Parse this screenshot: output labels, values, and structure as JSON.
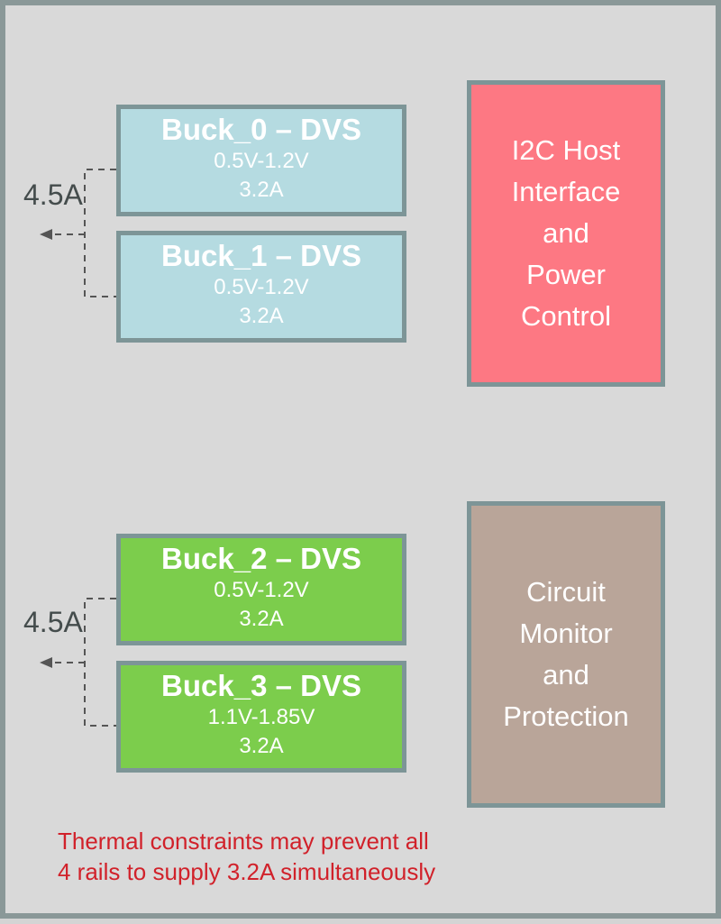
{
  "bucks": [
    {
      "title": "Buck_0 – DVS",
      "range": "0.5V-1.2V",
      "current": "3.2A",
      "color": "#b5dbe1"
    },
    {
      "title": "Buck_1 – DVS",
      "range": "0.5V-1.2V",
      "current": "3.2A",
      "color": "#b5dbe1"
    },
    {
      "title": "Buck_2 – DVS",
      "range": "0.5V-1.2V",
      "current": "3.2A",
      "color": "#7ccd4c"
    },
    {
      "title": "Buck_3 – DVS",
      "range": "1.1V-1.85V",
      "current": "3.2A",
      "color": "#7ccd4c"
    }
  ],
  "rail_labels": {
    "top": "4.5A",
    "bottom": "4.5A"
  },
  "blocks": {
    "i2c": {
      "lines": [
        "I2C Host",
        "Interface",
        "and",
        "Power",
        "Control"
      ],
      "color": "#fd7883"
    },
    "monitor": {
      "lines": [
        "Circuit",
        "Monitor",
        "and",
        "Protection"
      ],
      "color": "#b9a599"
    }
  },
  "note": {
    "line1": "Thermal constraints may prevent all",
    "line2": "4 rails to supply 3.2A simultaneously",
    "color": "#d1212a"
  }
}
